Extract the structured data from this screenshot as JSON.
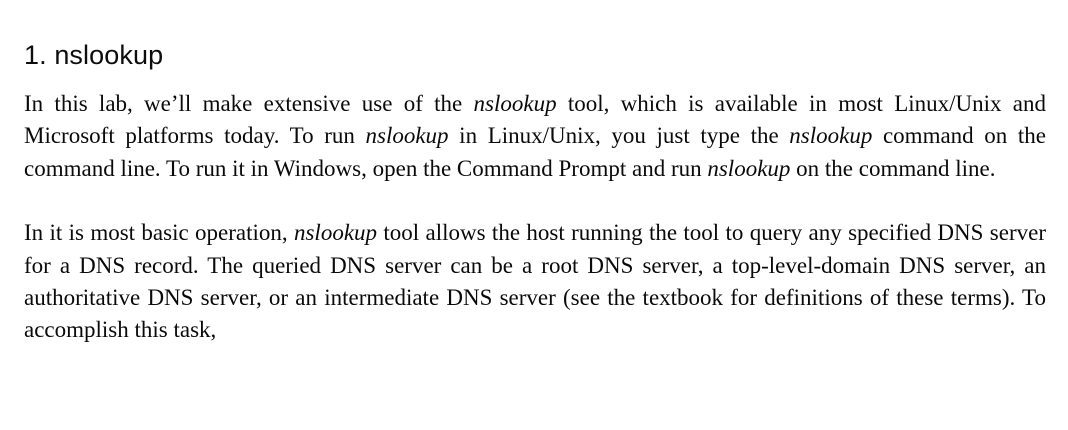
{
  "document": {
    "background_color": "#ffffff",
    "text_color": "#0a0a0a",
    "heading": {
      "number": "1.",
      "title": "nslookup",
      "full_text": "1. nslookup"
    },
    "paragraphs": [
      {
        "id": "paragraph-1",
        "runs": [
          {
            "style": "regular",
            "text": "In this lab, we’ll make extensive use of the "
          },
          {
            "style": "italic",
            "text": "nslookup"
          },
          {
            "style": "regular",
            "text": " tool, which is available in most Linux/Unix and Microsoft platforms today. To run "
          },
          {
            "style": "italic",
            "text": "nslookup"
          },
          {
            "style": "regular",
            "text": " in Linux/Unix, you just type the "
          },
          {
            "style": "italic",
            "text": "nslookup"
          },
          {
            "style": "regular",
            "text": " command on the command line. To run it in Windows, open the Command Prompt and run "
          },
          {
            "style": "italic",
            "text": "nslookup"
          },
          {
            "style": "regular",
            "text": " on the command line."
          }
        ],
        "plain_text": "In this lab, we’ll make extensive use of the nslookup tool, which is available in most Linux/Unix and Microsoft platforms today. To run nslookup in Linux/Unix, you just type the nslookup command on the command line. To run it in Windows, open the Command Prompt and run nslookup on the command line."
      },
      {
        "id": "paragraph-2",
        "runs": [
          {
            "style": "regular",
            "text": "In it is most basic operation, "
          },
          {
            "style": "italic",
            "text": "nslookup"
          },
          {
            "style": "regular",
            "text": " tool allows the host running the tool to query any specified DNS server for a DNS record. The queried DNS server can be a root DNS server, a top-level-domain DNS server, an authoritative DNS server, or an intermediate DNS server (see the textbook for definitions of these terms). To accomplish this task,"
          }
        ],
        "plain_text": "In it is most basic operation, nslookup tool allows the host running the tool to query any specified DNS server for a DNS record. The queried DNS server can be a root DNS server, a top-level-domain DNS server, an authoritative DNS server, or an intermediate DNS server (see the textbook for definitions of these terms). To accomplish this task,"
      }
    ]
  }
}
